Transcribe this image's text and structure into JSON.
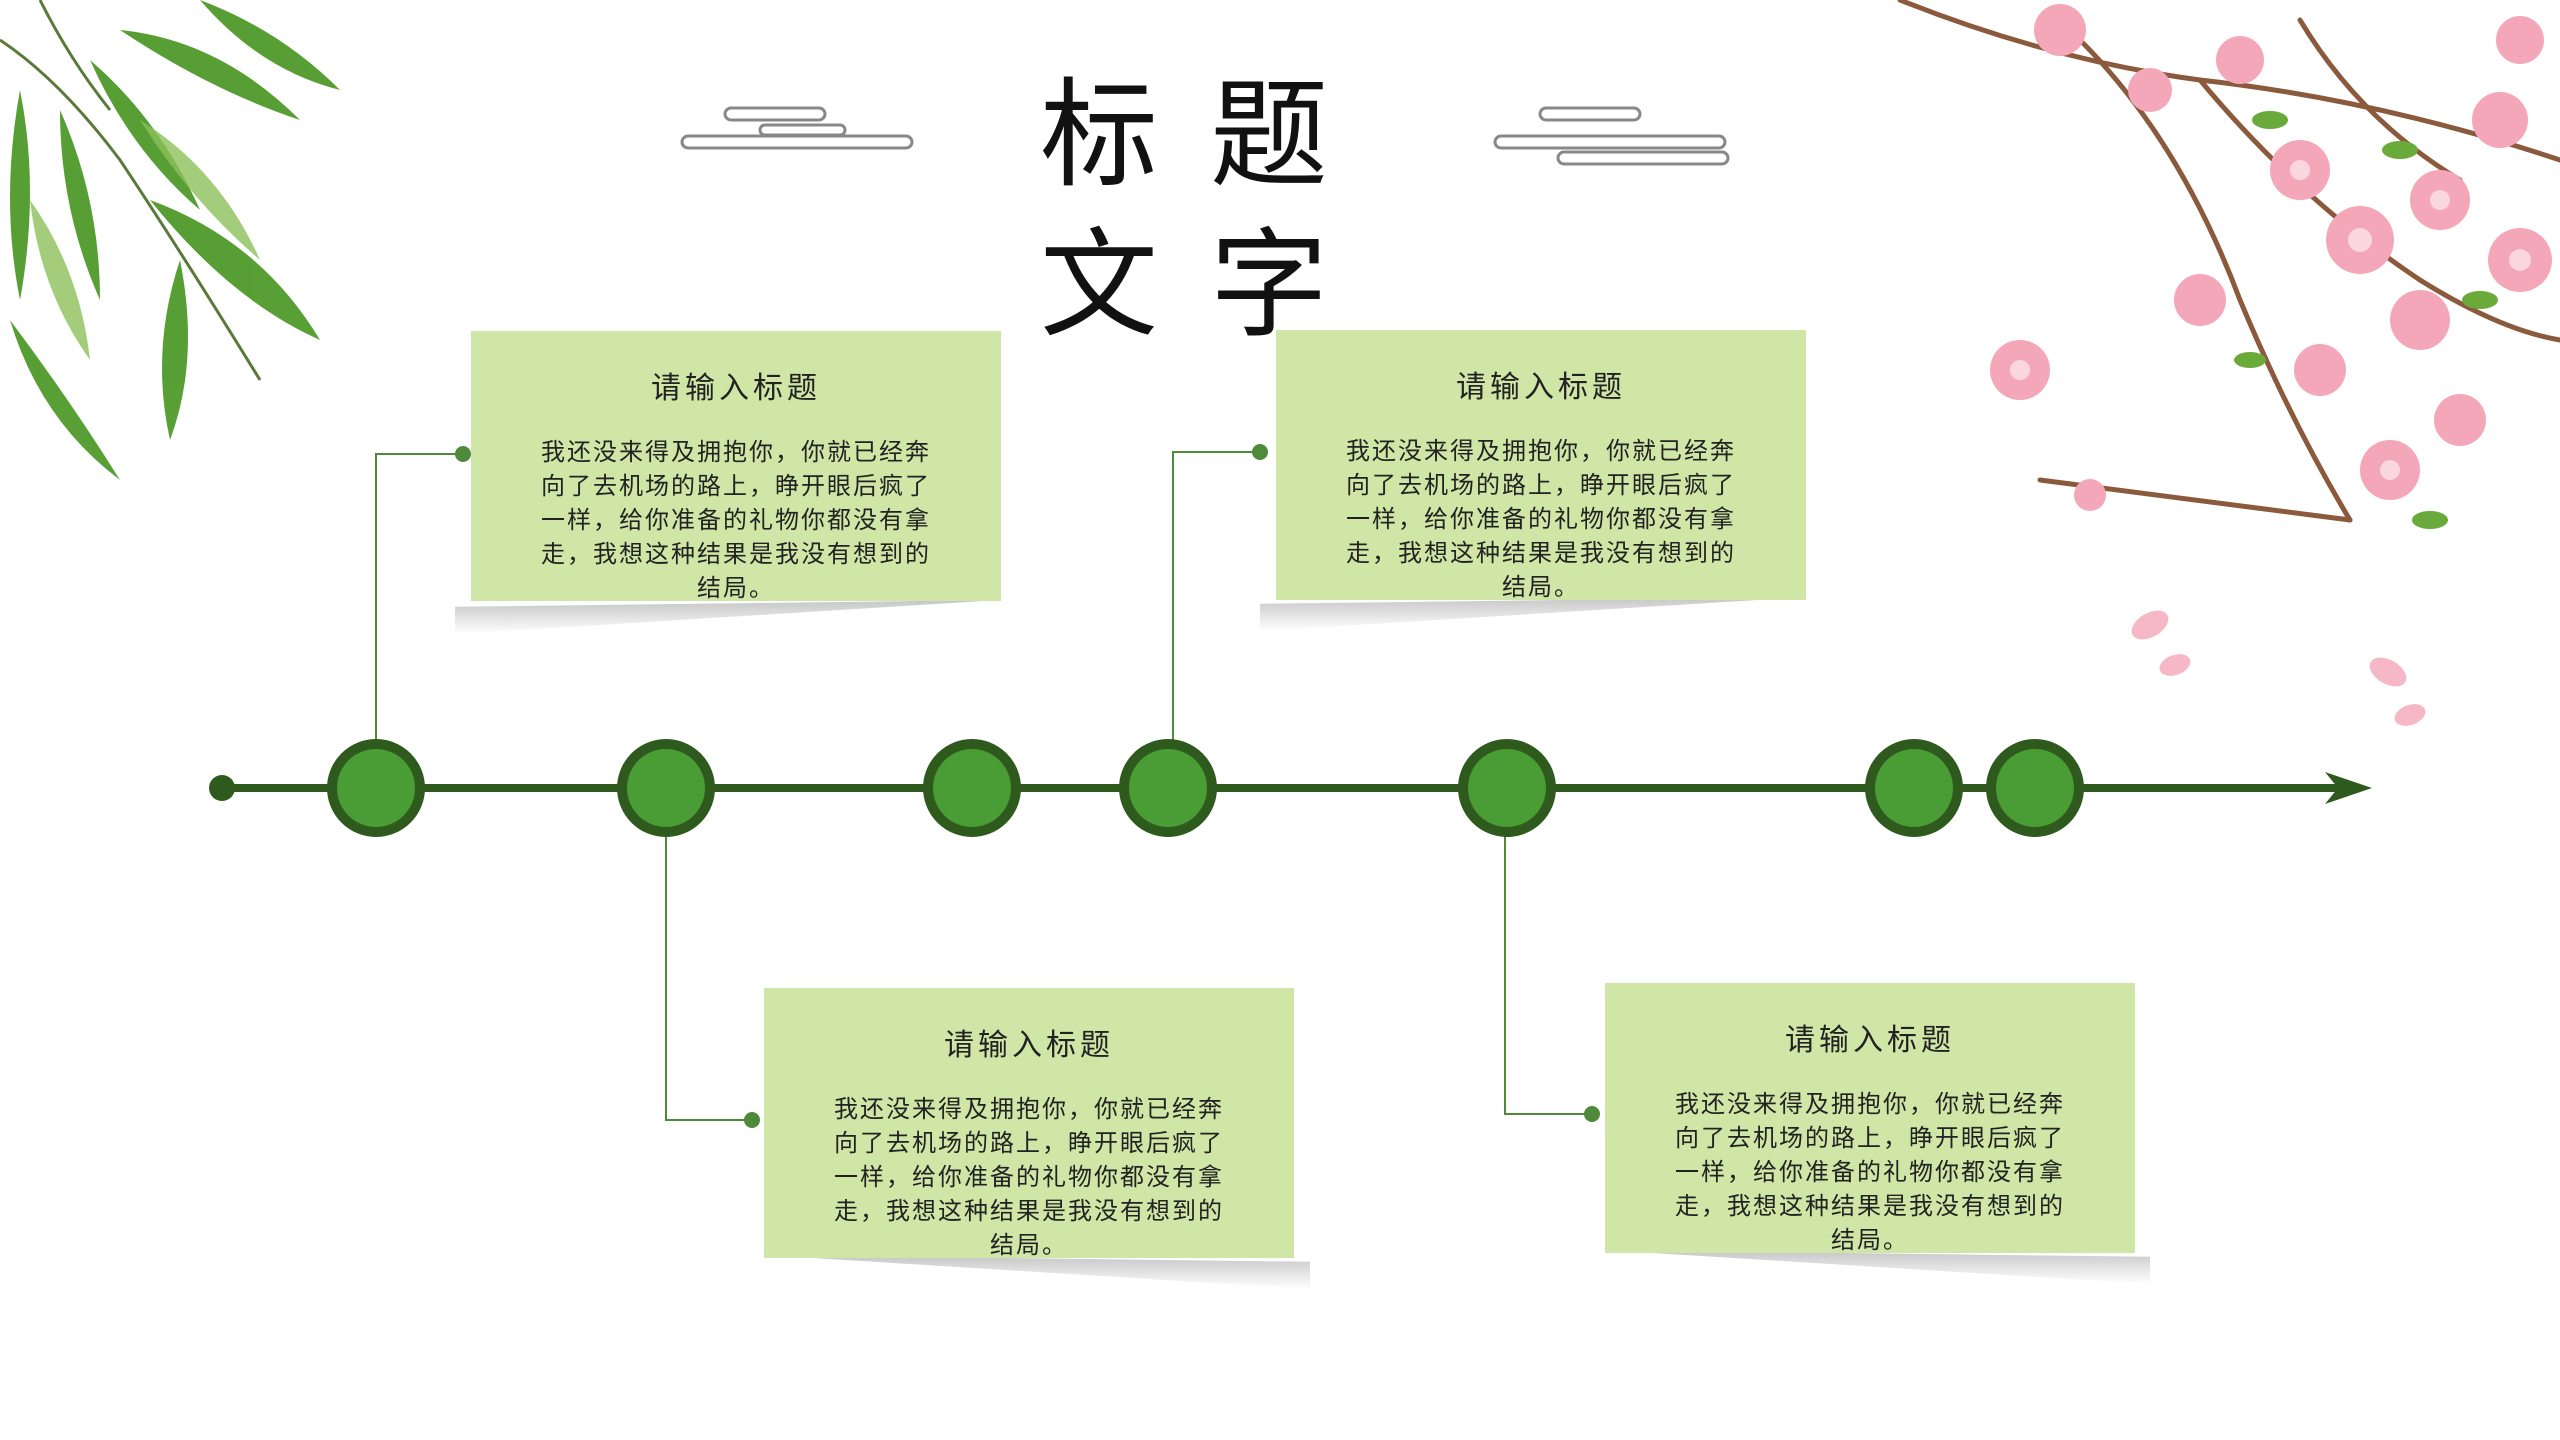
{
  "title": "标题文字",
  "cards": [
    {
      "title": "请输入标题",
      "body": "我还没来得及拥抱你，你就已经奔向了去机场的路上，睁开眼后疯了一样，给你准备的礼物你都没有拿走，我想这种结果是我没有想到的结局。"
    },
    {
      "title": "请输入标题",
      "body": "我还没来得及拥抱你，你就已经奔向了去机场的路上，睁开眼后疯了一样，给你准备的礼物你都没有拿走，我想这种结果是我没有想到的结局。"
    },
    {
      "title": "请输入标题",
      "body": "我还没来得及拥抱你，你就已经奔向了去机场的路上，睁开眼后疯了一样，给你准备的礼物你都没有拿走，我想这种结果是我没有想到的结局。"
    },
    {
      "title": "请输入标题",
      "body": "我还没来得及拥抱你，你就已经奔向了去机场的路上，睁开眼后疯了一样，给你准备的礼物你都没有拿走，我想这种结果是我没有想到的结局。"
    }
  ],
  "colors": {
    "timeline": "#2e5a1d",
    "node_fill": "#4a9c34",
    "card_bg": "#cfe6a6",
    "connector": "#4f8a3a"
  },
  "decorations": [
    "bamboo-leaves-icon",
    "cherry-blossom-icon",
    "cloud-ornament-icon"
  ]
}
